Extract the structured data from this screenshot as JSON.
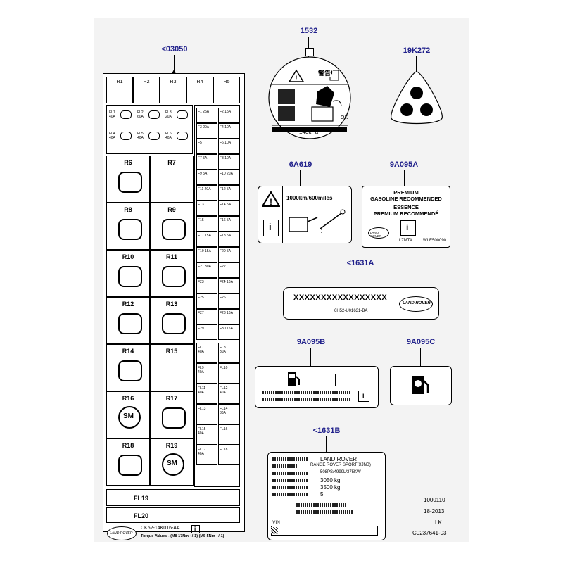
{
  "callouts": {
    "fuse_label": "<03050",
    "warning_decal": "1532",
    "triangle_label": "19K272",
    "service_label": "6A619",
    "gasoline_label": "9A095A",
    "vin_plate": "<1631A",
    "china_fuel_label": "9A095B",
    "fuel_symbol_label": "9A095C",
    "vehicle_plate": "<1631B"
  },
  "fuse_box": {
    "relays_top": [
      "R1",
      "R2",
      "R3",
      "R4",
      "R5"
    ],
    "relays": [
      "R6",
      "R7",
      "R8",
      "R9",
      "R10",
      "R11",
      "R12",
      "R13",
      "R14",
      "R15",
      "R16",
      "R17",
      "R18",
      "R19"
    ],
    "sm_text": "SM",
    "fl_left": [
      {
        "name": "FL1",
        "amp": "40A"
      },
      {
        "name": "FL2",
        "amp": "60A"
      },
      {
        "name": "FL3",
        "amp": "20A"
      },
      {
        "name": "FL4",
        "amp": "40A"
      },
      {
        "name": "FL5",
        "amp": "40A"
      },
      {
        "name": "FL6",
        "amp": "40A"
      }
    ],
    "fuses_right": [
      [
        "F1 25A",
        "F2 15A"
      ],
      [
        "F3 20A",
        "F4 10A"
      ],
      [
        "F5",
        "F6 10A"
      ],
      [
        "F7 5A",
        "F8 10A"
      ],
      [
        "F9 5A",
        "F10 20A"
      ],
      [
        "F11 20A",
        "F12 5A"
      ],
      [
        "F13",
        "F14 5A"
      ],
      [
        "F15",
        "F16 5A"
      ],
      [
        "F17 15A",
        "F18 5A"
      ],
      [
        "F19 15A",
        "F20 5A"
      ],
      [
        "F21 30A",
        "F22"
      ],
      [
        "F23",
        "F24 10A"
      ],
      [
        "F25",
        "F26"
      ],
      [
        "F27",
        "F28 10A"
      ],
      [
        "F29",
        "F30 15A"
      ]
    ],
    "fl_right": [
      [
        "FL7 40A",
        "FL8 30A"
      ],
      [
        "FL9 40A",
        "FL10"
      ],
      [
        "FL11 40A",
        "FL12 40A"
      ],
      [
        "FL13",
        "FL14 30A"
      ],
      [
        "FL15 40A",
        "FL16"
      ],
      [
        "FL17 40A",
        "FL18"
      ]
    ],
    "bottom": [
      "FL19",
      "FL20"
    ],
    "part_number": "CK52-14K016-AA",
    "torque": "Torque Values - (M8 17Nm +/-1) (M5 5Nm +/-1)",
    "logo": "LAND ROVER"
  },
  "warning_decal": {
    "header_cn": "警告!",
    "pressure": "140kPa",
    "ok": "OK"
  },
  "service": {
    "text": "1000km/600miles"
  },
  "gasoline": {
    "line1": "PREMIUM",
    "line2": "GASOLINE RECOMMENDED",
    "line3": "ESSENCE",
    "line4": "PREMIUM RECOMMENDÉ",
    "code1": "L7MTA",
    "code2": "WLE500090",
    "logo": "LAND ROVER"
  },
  "vin_plate": {
    "serial": "XXXXXXXXXXXXXXXXX",
    "part": "6H52-U01631-BA",
    "logo": "LAND ROVER"
  },
  "vehicle_plate": {
    "rows": [
      "LAND ROVER",
      "RANGE ROVER SPORT(XJNB)",
      "508PS/4999L/375KW",
      "3050 kg",
      "3500 kg",
      "5"
    ],
    "vin": "VIN"
  },
  "footer": {
    "line1": "1000110",
    "line2": "18-2013",
    "line3": "LK",
    "line4": "C0237641-03"
  }
}
